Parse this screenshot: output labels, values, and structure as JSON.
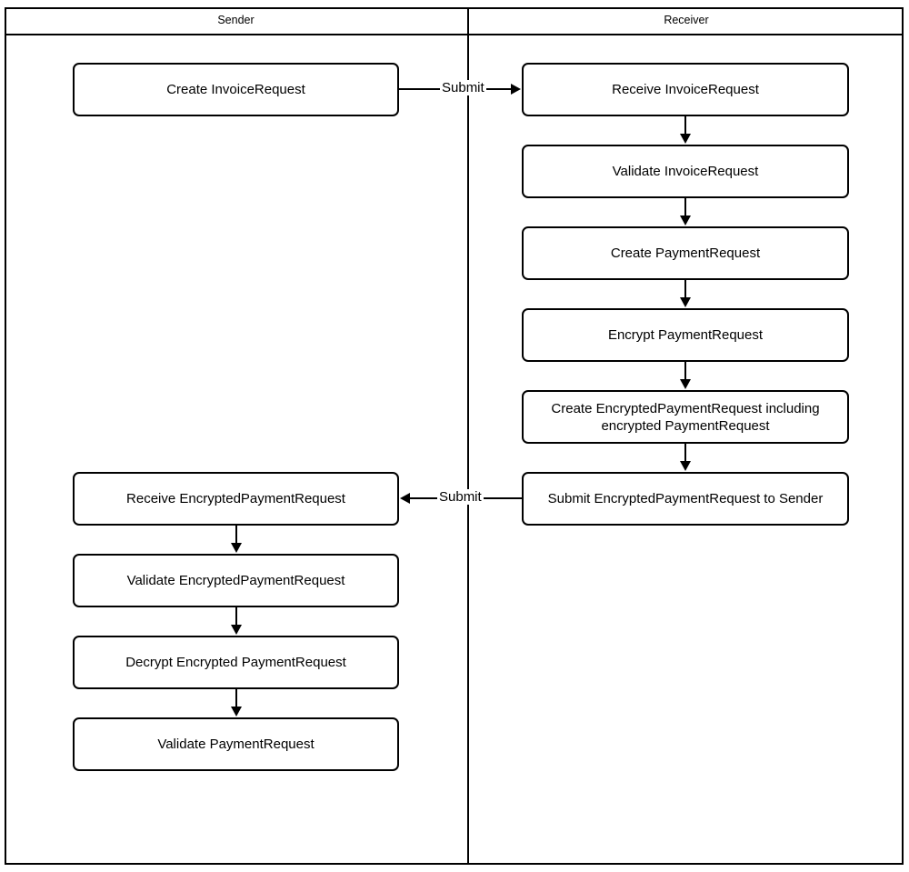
{
  "diagram": {
    "type": "swimlane-flowchart",
    "lanes": [
      {
        "id": "sender",
        "title": "Sender"
      },
      {
        "id": "receiver",
        "title": "Receiver"
      }
    ],
    "sender_nodes": [
      {
        "id": "s1",
        "label": "Create InvoiceRequest"
      },
      {
        "id": "s2",
        "label": "Receive EncryptedPaymentRequest"
      },
      {
        "id": "s3",
        "label": "Validate EncryptedPaymentRequest"
      },
      {
        "id": "s4",
        "label": "Decrypt Encrypted PaymentRequest"
      },
      {
        "id": "s5",
        "label": "Validate PaymentRequest"
      }
    ],
    "receiver_nodes": [
      {
        "id": "r1",
        "label": "Receive InvoiceRequest"
      },
      {
        "id": "r2",
        "label": "Validate InvoiceRequest"
      },
      {
        "id": "r3",
        "label": "Create PaymentRequest"
      },
      {
        "id": "r4",
        "label": "Encrypt PaymentRequest"
      },
      {
        "id": "r5",
        "label": "Create EncryptedPaymentRequest including encrypted PaymentRequest"
      },
      {
        "id": "r6",
        "label": "Submit EncryptedPaymentRequest to Sender"
      }
    ],
    "cross_lane_edges": [
      {
        "id": "e1",
        "label": "Submit",
        "direction": "left-to-right"
      },
      {
        "id": "e2",
        "label": "Submit",
        "direction": "right-to-left"
      }
    ],
    "colors": {
      "stroke": "#000000",
      "fill": "#ffffff",
      "text": "#000000"
    }
  }
}
